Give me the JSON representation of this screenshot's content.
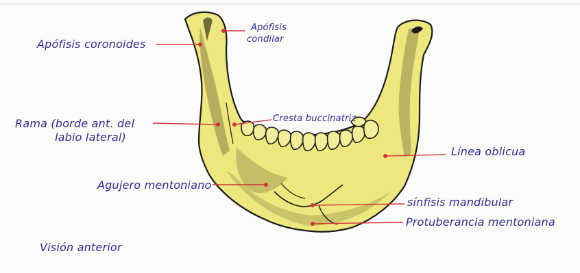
{
  "diagram": {
    "labels": {
      "apofisis_coronoides": "Apófisis coronoides",
      "apofisis_condilar_1": "Apófisis",
      "apofisis_condilar_2": "condilar",
      "rama_1": "Rama (borde ant. del",
      "rama_2": "labio lateral)",
      "cresta_buccinatriz": "Cresta buccinatriz",
      "linea_oblicua": "Línea oblicua",
      "agujero_mentoniano": "Agujero mentoniano",
      "sinfisis_mandibular": "sínfisis mandibular",
      "protuberancia_mentoniana": "Protuberancia mentoniana",
      "vision_anterior": "Visión anterior"
    },
    "colors": {
      "ink": "#2d2b8f",
      "leader_line": "#d6343a",
      "bone_fill": "#ece87e",
      "bone_outline": "#1a1a1a",
      "shading": "#8a7d44"
    }
  }
}
